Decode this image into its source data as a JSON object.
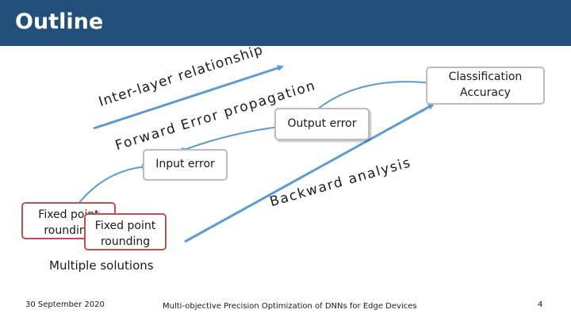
{
  "slide": {
    "title": "Outline",
    "colors": {
      "title_bar": "#22507a",
      "arrow": "#5b9bd5"
    }
  },
  "diagram": {
    "classification_accuracy": "Classification\nAccuracy",
    "output_error": "Output error",
    "input_error": "Input error",
    "fixed_point_back": "Fixed point\nrounding",
    "fixed_point_front": "Fixed point\nrounding",
    "inter_layer_relationship": "Inter-layer relationship",
    "forward_error_propagation": "Forward Error propagation",
    "backward_analysis": "Backward analysis",
    "multiple_solutions": "Multiple solutions"
  },
  "footer": {
    "date": "30 September 2020",
    "center_text": "Multi-objective Precision Optimization of DNNs for Edge Devices",
    "page_number": "4"
  }
}
